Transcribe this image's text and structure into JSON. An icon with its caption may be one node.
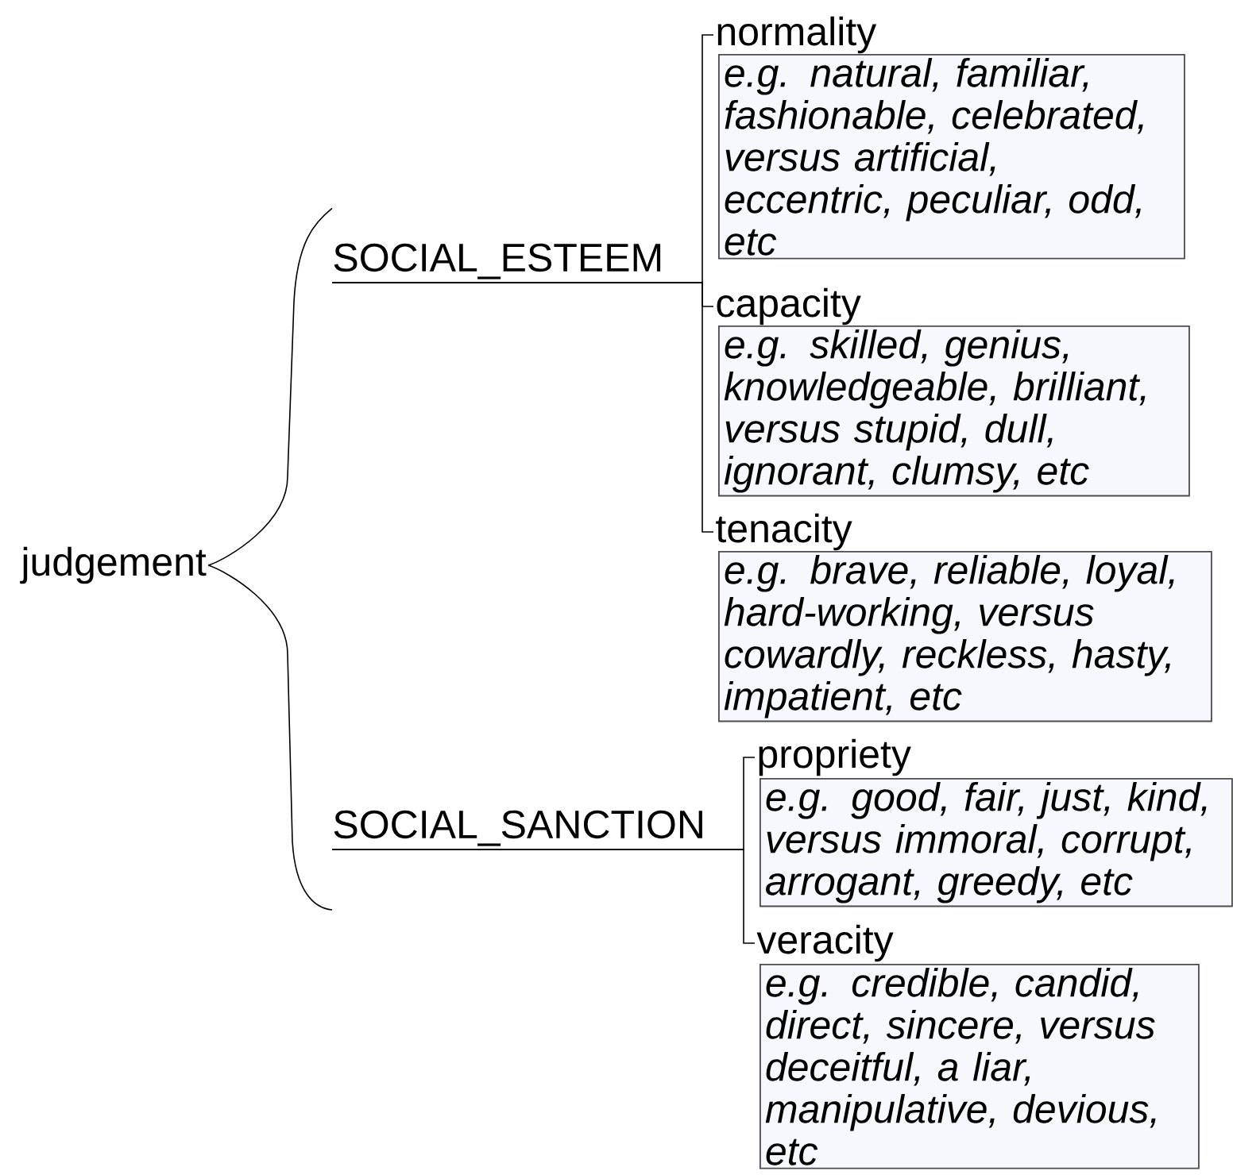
{
  "diagram": {
    "nodes": [
      {
        "text": [
          "judgement"
        ]
      },
      {
        "text": [
          "SOCIAL_ESTEEM"
        ]
      },
      {
        "text": [
          "normality",
          "e.g. natural, familiar, fashionable, celebrated, versus artificial, eccentric, peculiar, odd, etc"
        ]
      },
      {
        "text": [
          "capacity",
          "e.g. skilled, genius, knowledgeable, brilliant, versus stupid, dull, ignorant, clumsy, etc"
        ]
      },
      {
        "text": [
          "tenacity",
          "e.g. brave, reliable, loyal, hard-working, versus cowardly, reckless, hasty, impatient, etc"
        ]
      },
      {
        "text": [
          "SOCIAL_SANCTION"
        ]
      },
      {
        "text": [
          "propriety",
          "e.g. good, fair, just, kind, versus immoral, corrupt, arrogant, greedy, etc"
        ]
      },
      {
        "text": [
          "veracity",
          "e.g. credible, candid, direct, sincere, versus deceitful, a liar, manipulative, devious, etc"
        ]
      }
    ],
    "edges": [
      {
        "from": 0,
        "to": 1,
        "arrow": "none"
      },
      {
        "from": 0,
        "to": 5,
        "arrow": "none"
      },
      {
        "from": 1,
        "to": 2,
        "arrow": "none"
      },
      {
        "from": 1,
        "to": 3,
        "arrow": "none"
      },
      {
        "from": 1,
        "to": 4,
        "arrow": "none"
      },
      {
        "from": 5,
        "to": 6,
        "arrow": "none"
      },
      {
        "from": 5,
        "to": 7,
        "arrow": "none"
      }
    ]
  }
}
